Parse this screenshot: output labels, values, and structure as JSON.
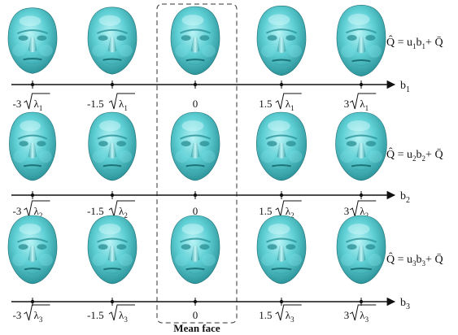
{
  "colors": {
    "face_light": "#9fe9ec",
    "face_mid": "#49c2c8",
    "face_dark": "#1f7f85",
    "axis": "#111111",
    "dash": "#333333"
  },
  "rows": [
    {
      "axis_label": "b",
      "axis_sub": "1",
      "equation_lhs": "Q̂",
      "equation_rhs": "= u",
      "u_sub": "1",
      "b_text": "b",
      "b_sub": "1",
      "plus": "+",
      "mean_symbol": "Q̄",
      "ticks": [
        {
          "coef": "-3",
          "lambda_sub": "1"
        },
        {
          "coef": "-1.5",
          "lambda_sub": "1"
        },
        {
          "coef": "0",
          "lambda_sub": ""
        },
        {
          "coef": "1.5",
          "lambda_sub": "1"
        },
        {
          "coef": "3",
          "lambda_sub": "1"
        }
      ]
    },
    {
      "axis_label": "b",
      "axis_sub": "2",
      "equation_lhs": "Q̂",
      "equation_rhs": "= u",
      "u_sub": "2",
      "b_text": "b",
      "b_sub": "2",
      "plus": "+",
      "mean_symbol": "Q̄",
      "ticks": [
        {
          "coef": "-3",
          "lambda_sub": "2"
        },
        {
          "coef": "-1.5",
          "lambda_sub": "2"
        },
        {
          "coef": "0",
          "lambda_sub": ""
        },
        {
          "coef": "1.5",
          "lambda_sub": "2"
        },
        {
          "coef": "3",
          "lambda_sub": "2"
        }
      ]
    },
    {
      "axis_label": "b",
      "axis_sub": "3",
      "equation_lhs": "Q̂",
      "equation_rhs": "= u",
      "u_sub": "3",
      "b_text": "b",
      "b_sub": "3",
      "plus": "+",
      "mean_symbol": "Q̄",
      "ticks": [
        {
          "coef": "-3",
          "lambda_sub": "3"
        },
        {
          "coef": "-1.5",
          "lambda_sub": "3"
        },
        {
          "coef": "0",
          "lambda_sub": ""
        },
        {
          "coef": "1.5",
          "lambda_sub": "3"
        },
        {
          "coef": "3",
          "lambda_sub": "3"
        }
      ]
    }
  ],
  "lambda_symbol": "λ",
  "mean_face_label": "Mean face"
}
